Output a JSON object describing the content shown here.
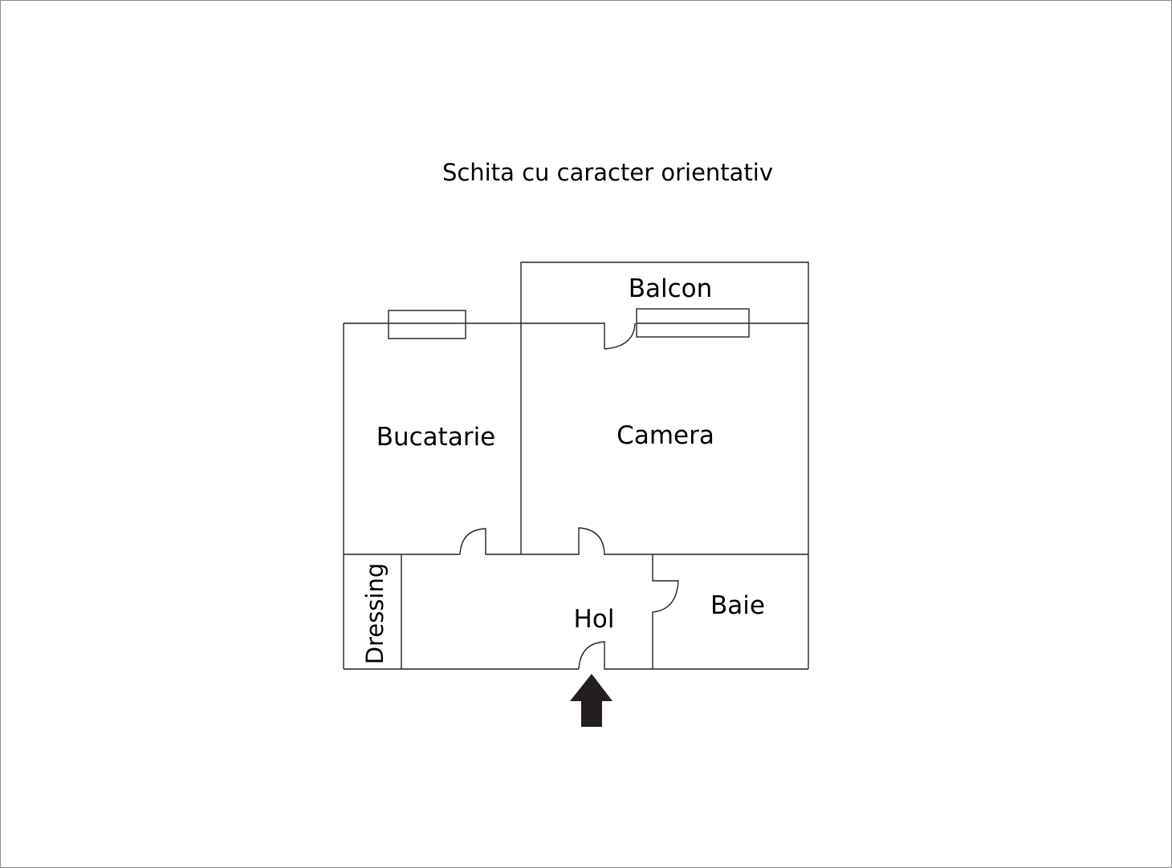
{
  "title": "Schita cu caracter orientativ",
  "rooms": {
    "balcon": "Balcon",
    "bucatarie": "Bucatarie",
    "camera": "Camera",
    "dressing": "Dressing",
    "hol": "Hol",
    "baie": "Baie"
  },
  "entrance": {
    "icon": "arrow-up-icon",
    "color": "#231f20"
  },
  "colors": {
    "wall": "#222222",
    "border": "#8a8a8a",
    "background": "#ffffff"
  }
}
